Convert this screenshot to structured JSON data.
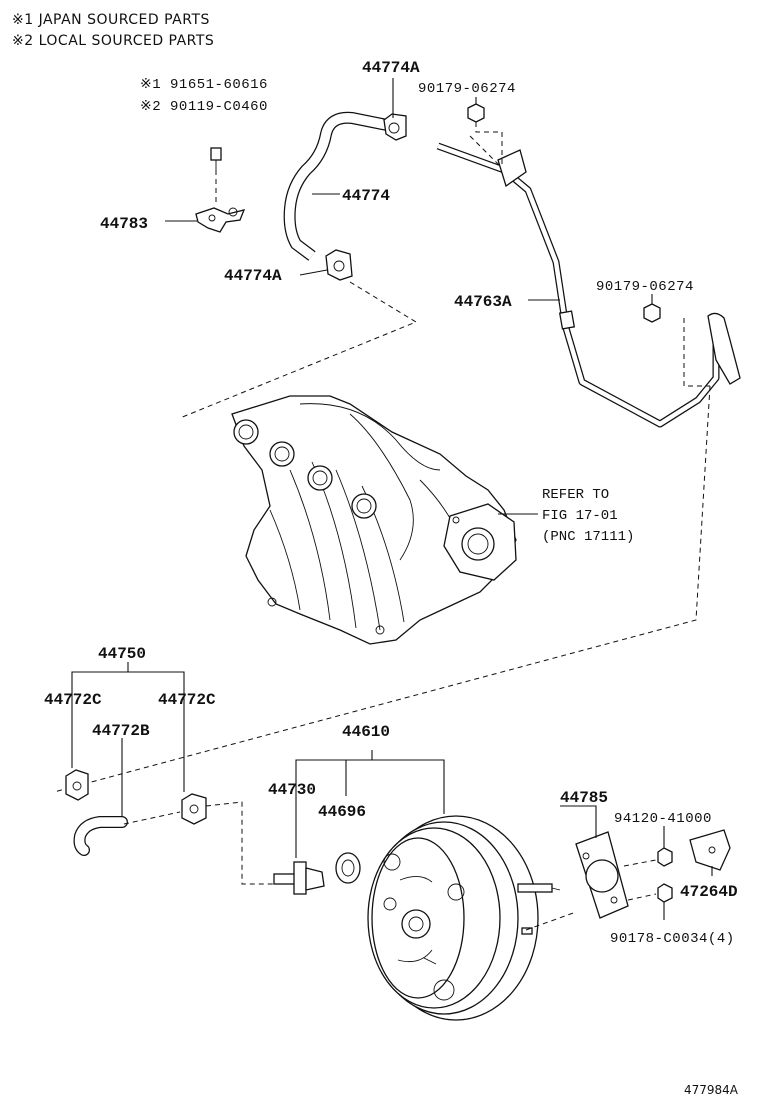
{
  "notes": [
    {
      "mark": "※1",
      "text": "JAPAN SOURCED PARTS"
    },
    {
      "mark": "※2",
      "text": "LOCAL SOURCED PARTS"
    }
  ],
  "parts": {
    "bolt_jp": "※1 91651-60616",
    "bolt_local": "※2 90119-C0460",
    "bracket": "44783",
    "clamp_top": "44774A",
    "hose": "44774",
    "clamp_lower": "44774A",
    "nut_top": "90179-06274",
    "nut_right": "90179-06274",
    "pipe": "44763A",
    "hose_assy": "44750",
    "clip_left": "44772C",
    "clip_right": "44772C",
    "hose_small": "44772B",
    "booster_assy": "44610",
    "check_valve": "44730",
    "grommet": "44696",
    "gasket": "44785",
    "stud_bolt": "94120-41000",
    "clevis": "47264D",
    "nut_booster": "90178-C0034(4)"
  },
  "reference": {
    "line1": "REFER TO",
    "line2": "FIG 17-01",
    "line3": "(PNC 17111)"
  },
  "diagram_code": "477984A"
}
